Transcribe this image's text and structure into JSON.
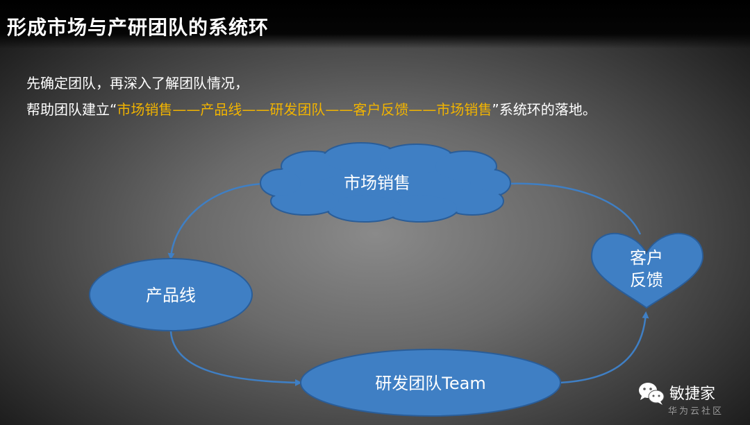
{
  "header": {
    "title": "形成市场与产研团队的系统环"
  },
  "intro": {
    "line1": "先确定团队，再深入了解团队情况，",
    "line2_prefix": "帮助团队建立“",
    "line2_highlight": "市场销售——产品线——研发团队——客户反馈——市场销售",
    "line2_suffix": "”系统环的落地。"
  },
  "diagram": {
    "nodes": {
      "market_sales": "市场销售",
      "product_line": "产品线",
      "rd_team": "研发团队Team",
      "feedback_line1": "客户",
      "feedback_line2": "反馈"
    },
    "colors": {
      "node_fill": "#3f7fc4",
      "node_stroke": "#2a5d98",
      "arrow": "#3f7fc4",
      "highlight_text": "#f2b400"
    }
  },
  "watermark": {
    "brand": "敏捷家",
    "sub": "华为云社区",
    "icon": "wechat-icon"
  }
}
